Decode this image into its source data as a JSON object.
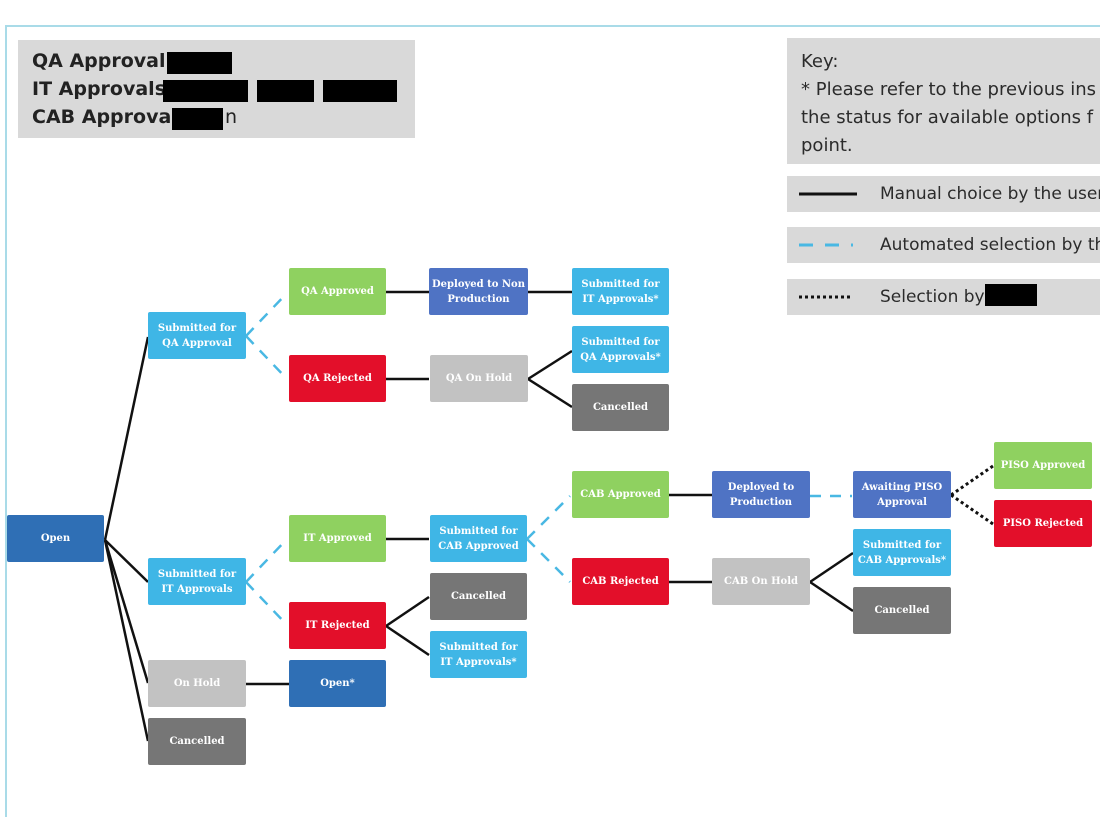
{
  "approvals": {
    "qa": "QA Approval:",
    "it": "IT Approvals:",
    "cab": "CAB Approval:",
    "cab_tail": "n"
  },
  "key": {
    "title": "Key:",
    "line1": "* Please refer to the previous ins",
    "line2": "the status for available options f",
    "line3": "point.",
    "manual": "Manual choice by the user",
    "automated": "Automated selection by the",
    "selection": "Selection by"
  },
  "colors": {
    "navy": "#2f6fb5",
    "sky": "#3fb6e6",
    "green": "#8fd160",
    "red": "#e30f2a",
    "light_gray": "#c2c2c2",
    "dark_gray": "#767676",
    "indigo": "#4f73c4",
    "automated_line": "#49b8e3"
  },
  "nodes": {
    "open": "Open",
    "sub_qa": "Submitted for QA Approval",
    "qa_approved": "QA Approved",
    "deployed_non_prod": "Deployed to Non Production",
    "sub_it_star": "Submitted for IT Approvals*",
    "qa_rejected": "QA Rejected",
    "qa_on_hold": "QA On Hold",
    "sub_qa_star": "Submitted for QA Approvals*",
    "cancelled_qa": "Cancelled",
    "sub_it": "Submitted for IT Approvals",
    "it_approved": "IT Approved",
    "sub_cab": "Submitted for CAB Approved",
    "cab_approved": "CAB Approved",
    "deployed_prod": "Deployed to Production",
    "awaiting_piso": "Awaiting PISO Approval",
    "piso_approved": "PISO Approved",
    "piso_rejected": "PISO Rejected",
    "cab_rejected": "CAB Rejected",
    "cab_on_hold": "CAB On Hold",
    "sub_cab_star": "Submitted for CAB Approvals*",
    "cancelled_cab": "Cancelled",
    "it_rejected": "IT Rejected",
    "cancelled_it": "Cancelled",
    "sub_it_star2": "Submitted for IT Approvals*",
    "on_hold": "On Hold",
    "open_star": "Open*",
    "cancelled_open": "Cancelled"
  }
}
